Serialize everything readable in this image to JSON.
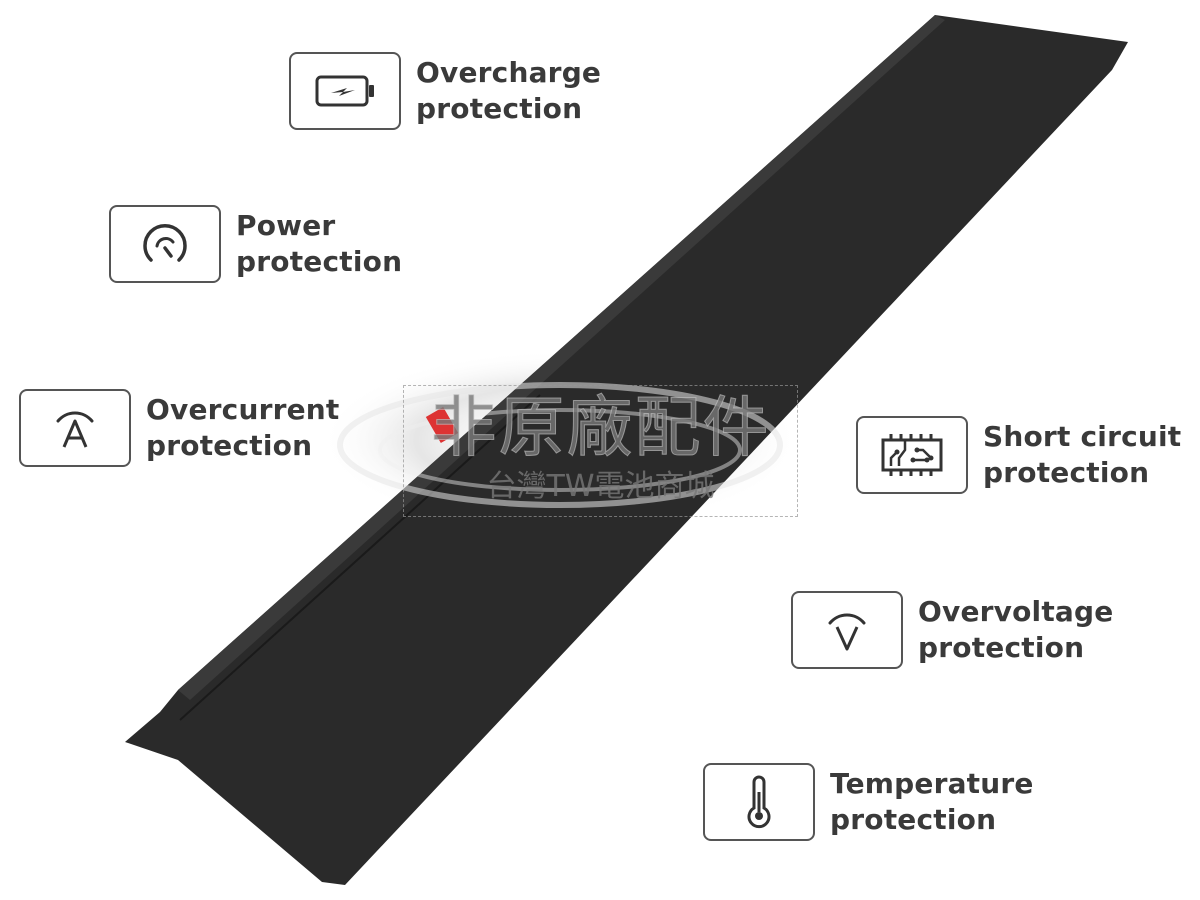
{
  "features": [
    {
      "icon": "battery-charging-icon",
      "line1": "Overcharge",
      "line2": "protection"
    },
    {
      "icon": "gauge-icon",
      "line1": "Power",
      "line2": "protection"
    },
    {
      "icon": "ampere-icon",
      "line1": "Overcurrent",
      "line2": "protection"
    },
    {
      "icon": "circuit-chip-icon",
      "line1": "Short circuit",
      "line2": "protection"
    },
    {
      "icon": "voltage-icon",
      "line1": "Overvoltage",
      "line2": "protection"
    },
    {
      "icon": "thermometer-icon",
      "line1": "Temperature",
      "line2": "protection"
    }
  ],
  "watermark": {
    "line1": "非原廠配件",
    "line2": "台灣TW電池商城"
  },
  "colors": {
    "battery": "#2a2a2a",
    "text": "#3a3a3a",
    "border": "#555555"
  }
}
